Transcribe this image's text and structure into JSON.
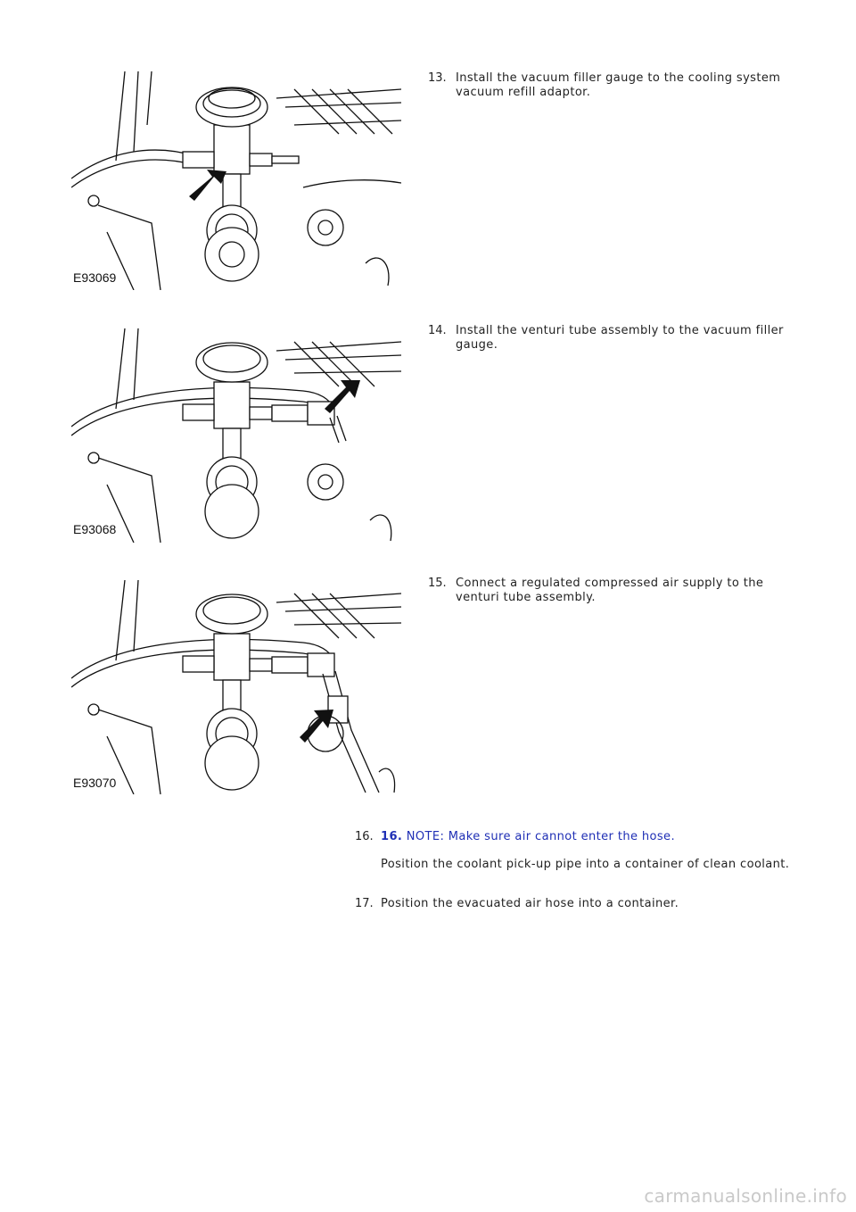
{
  "steps": [
    {
      "number": "13.",
      "text_line1": "Install the vacuum filler gauge to the cooling system",
      "text_line2": "vacuum refill adaptor.",
      "figure_label": "E93069"
    },
    {
      "number": "14.",
      "text_line1": "Install the venturi tube assembly to the vacuum filler",
      "text_line2": "gauge.",
      "figure_label": "E93068"
    },
    {
      "number": "15.",
      "text_line1": "Connect a regulated compressed air supply to the",
      "text_line2": "venturi tube assembly.",
      "figure_label": "E93070"
    },
    {
      "number": "16.",
      "note_number": "16.",
      "note_text": "NOTE: Make sure air cannot enter the hose.",
      "text": "Position the coolant pick-up pipe into a container of clean coolant."
    },
    {
      "number": "17.",
      "text": "Position the evacuated air hose into a container."
    }
  ],
  "footer": "carmanualsonline.info",
  "colors": {
    "note": "#1f2fb5",
    "line_art": "#111111",
    "footer": "#c9c9c9"
  }
}
